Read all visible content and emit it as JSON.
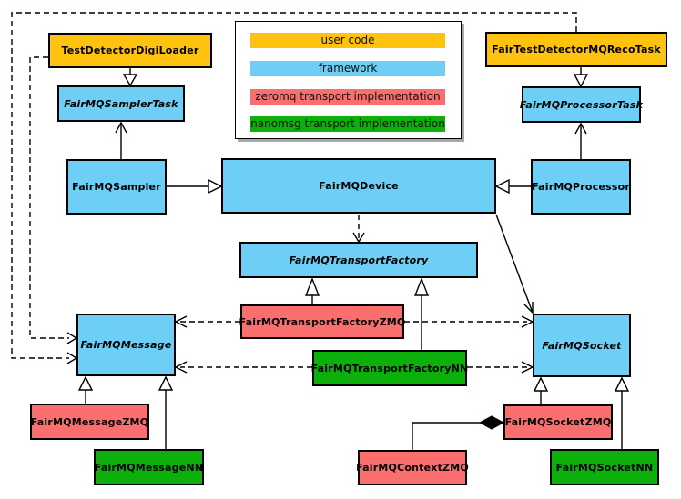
{
  "legend": {
    "items": [
      {
        "label": "user code",
        "category": "user",
        "color": "#FFC20E"
      },
      {
        "label": "framework",
        "category": "framework",
        "color": "#6DCFF6"
      },
      {
        "label": "zeromq transport implementation",
        "category": "zeromq",
        "color": "#FA6E6E"
      },
      {
        "label": "nanomsg transport implementation",
        "category": "nanomsg",
        "color": "#0BB00B"
      }
    ]
  },
  "nodes": {
    "digiloader": {
      "label": "TestDetectorDigiLoader",
      "category": "user",
      "abstract": false
    },
    "recotask": {
      "label": "FairTestDetectorMQRecoTask",
      "category": "user",
      "abstract": false
    },
    "samplertask": {
      "label": "FairMQSamplerTask",
      "category": "framework",
      "abstract": true
    },
    "processortask": {
      "label": "FairMQProcessorTask",
      "category": "framework",
      "abstract": true
    },
    "sampler": {
      "label": "FairMQSampler",
      "category": "framework",
      "abstract": false
    },
    "device": {
      "label": "FairMQDevice",
      "category": "framework",
      "abstract": false
    },
    "processor": {
      "label": "FairMQProcessor",
      "category": "framework",
      "abstract": false
    },
    "transportfactory": {
      "label": "FairMQTransportFactory",
      "category": "framework",
      "abstract": true
    },
    "factoryzmq": {
      "label": "FairMQTransportFactoryZMQ",
      "category": "zeromq",
      "abstract": false
    },
    "factorynn": {
      "label": "FairMQTransportFactoryNN",
      "category": "nanomsg",
      "abstract": false
    },
    "message": {
      "label": "FairMQMessage",
      "category": "framework",
      "abstract": true
    },
    "socket": {
      "label": "FairMQSocket",
      "category": "framework",
      "abstract": true
    },
    "messagezmq": {
      "label": "FairMQMessageZMQ",
      "category": "zeromq",
      "abstract": false
    },
    "messagenn": {
      "label": "FairMQMessageNN",
      "category": "nanomsg",
      "abstract": false
    },
    "socketzmq": {
      "label": "FairMQSocketZMQ",
      "category": "zeromq",
      "abstract": false
    },
    "socketnn": {
      "label": "FairMQSocketNN",
      "category": "nanomsg",
      "abstract": false
    },
    "contextzmq": {
      "label": "FairMQContextZMQ",
      "category": "zeromq",
      "abstract": false
    }
  },
  "edges": [
    {
      "from": "TestDetectorDigiLoader",
      "to": "FairMQSamplerTask",
      "type": "inheritance",
      "style": "solid"
    },
    {
      "from": "FairTestDetectorMQRecoTask",
      "to": "FairMQProcessorTask",
      "type": "inheritance",
      "style": "solid"
    },
    {
      "from": "FairMQSampler",
      "to": "FairMQSamplerTask",
      "type": "association",
      "style": "solid"
    },
    {
      "from": "FairMQProcessor",
      "to": "FairMQProcessorTask",
      "type": "association",
      "style": "solid"
    },
    {
      "from": "FairMQSampler",
      "to": "FairMQDevice",
      "type": "inheritance",
      "style": "solid"
    },
    {
      "from": "FairMQProcessor",
      "to": "FairMQDevice",
      "type": "inheritance",
      "style": "solid"
    },
    {
      "from": "FairMQDevice",
      "to": "FairMQTransportFactory",
      "type": "dependency",
      "style": "dashed"
    },
    {
      "from": "FairMQDevice",
      "to": "FairMQSocket",
      "type": "association",
      "style": "solid"
    },
    {
      "from": "FairMQTransportFactoryZMQ",
      "to": "FairMQTransportFactory",
      "type": "inheritance",
      "style": "solid"
    },
    {
      "from": "FairMQTransportFactoryNN",
      "to": "FairMQTransportFactory",
      "type": "inheritance",
      "style": "solid"
    },
    {
      "from": "FairMQTransportFactoryZMQ",
      "to": "FairMQMessage",
      "type": "dependency",
      "style": "dashed"
    },
    {
      "from": "FairMQTransportFactoryZMQ",
      "to": "FairMQSocket",
      "type": "dependency",
      "style": "dashed"
    },
    {
      "from": "FairMQTransportFactoryNN",
      "to": "FairMQMessage",
      "type": "dependency",
      "style": "dashed"
    },
    {
      "from": "FairMQTransportFactoryNN",
      "to": "FairMQSocket",
      "type": "dependency",
      "style": "dashed"
    },
    {
      "from": "TestDetectorDigiLoader",
      "to": "FairMQMessage",
      "type": "dependency",
      "style": "dashed"
    },
    {
      "from": "FairTestDetectorMQRecoTask",
      "to": "FairMQMessage",
      "type": "dependency",
      "style": "dashed"
    },
    {
      "from": "FairMQMessageZMQ",
      "to": "FairMQMessage",
      "type": "inheritance",
      "style": "solid"
    },
    {
      "from": "FairMQMessageNN",
      "to": "FairMQMessage",
      "type": "inheritance",
      "style": "solid"
    },
    {
      "from": "FairMQSocketZMQ",
      "to": "FairMQSocket",
      "type": "inheritance",
      "style": "solid"
    },
    {
      "from": "FairMQSocketNN",
      "to": "FairMQSocket",
      "type": "inheritance",
      "style": "solid"
    },
    {
      "from": "FairMQSocketZMQ",
      "to": "FairMQContextZMQ",
      "type": "composition",
      "style": "solid"
    }
  ],
  "colors": {
    "user_code": "#FFC20E",
    "framework": "#6DCFF6",
    "zeromq": "#FA6E6E",
    "nanomsg": "#0BB00B",
    "line": "#000000",
    "background": "#FFFFFF"
  }
}
